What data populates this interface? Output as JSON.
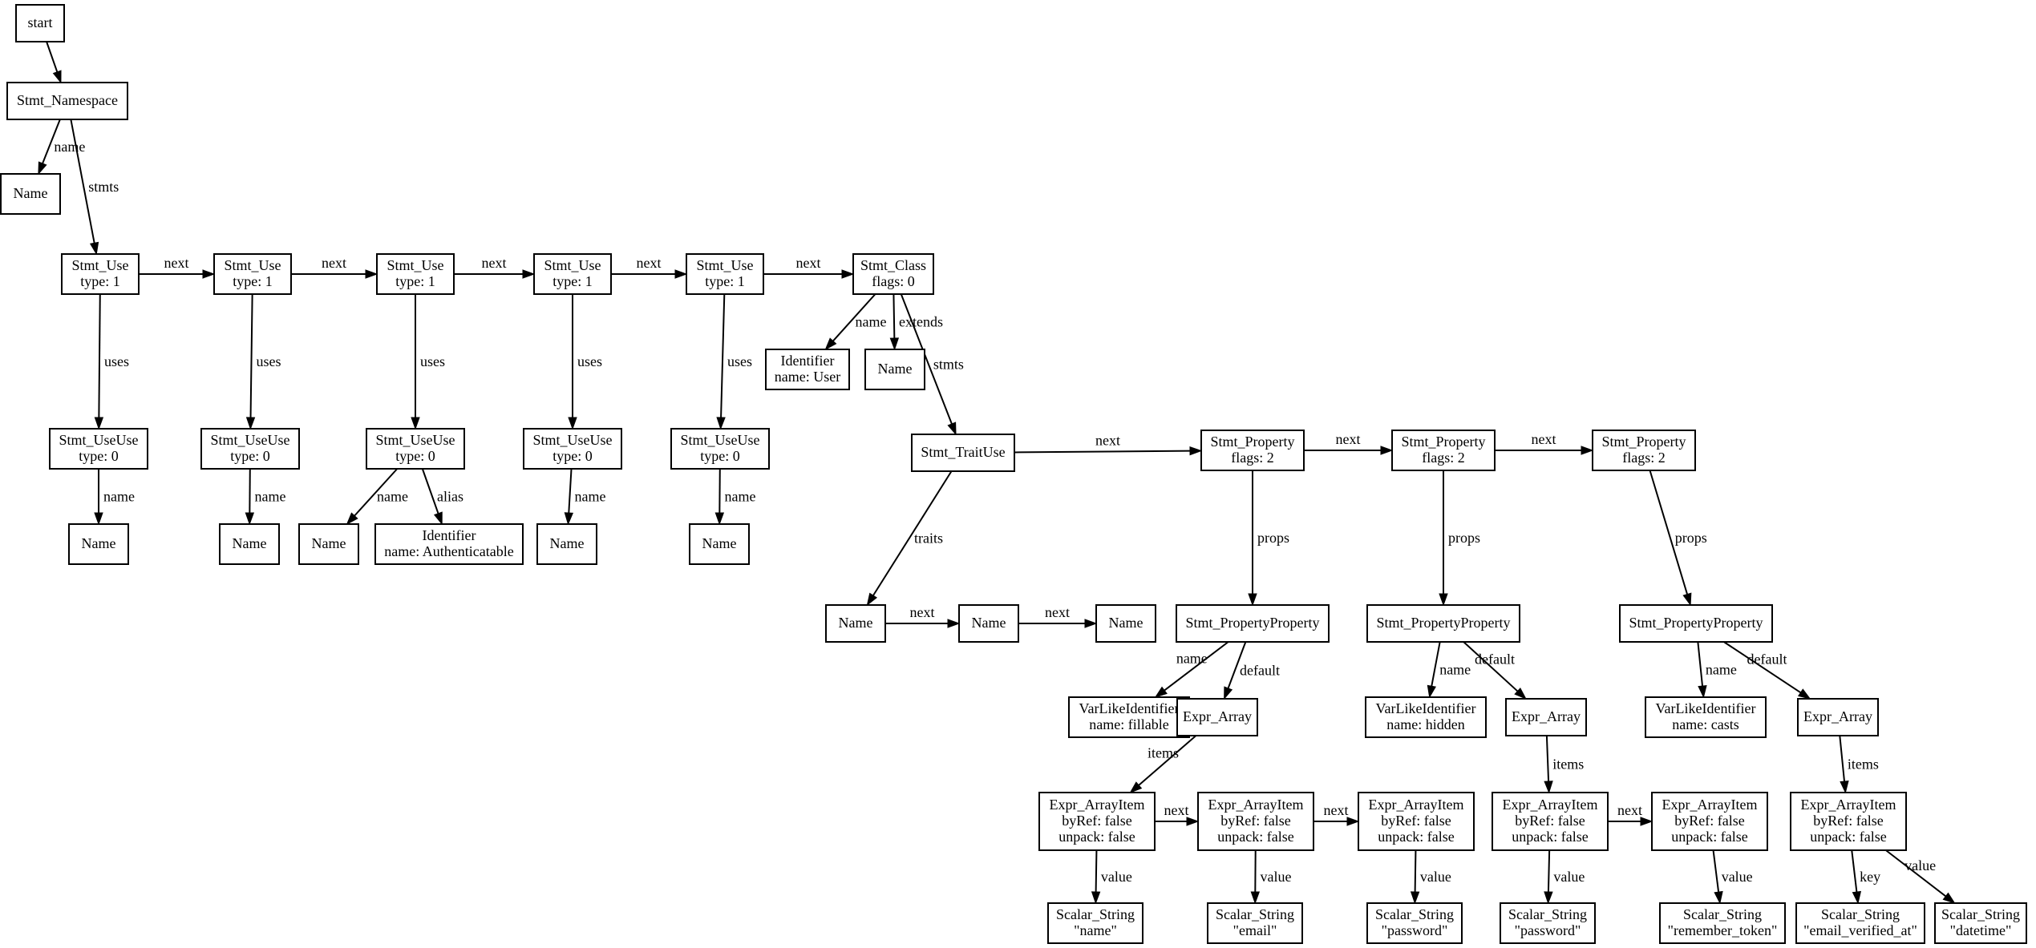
{
  "diagram": {
    "type": "graphviz-ast",
    "nodes": [
      {
        "id": "start",
        "lines": [
          "start"
        ]
      },
      {
        "id": "ns",
        "lines": [
          "Stmt_Namespace"
        ]
      },
      {
        "id": "ns_name",
        "lines": [
          "Name"
        ]
      },
      {
        "id": "use1",
        "lines": [
          "Stmt_Use",
          "type: 1"
        ]
      },
      {
        "id": "use2",
        "lines": [
          "Stmt_Use",
          "type: 1"
        ]
      },
      {
        "id": "use3",
        "lines": [
          "Stmt_Use",
          "type: 1"
        ]
      },
      {
        "id": "use4",
        "lines": [
          "Stmt_Use",
          "type: 1"
        ]
      },
      {
        "id": "use5",
        "lines": [
          "Stmt_Use",
          "type: 1"
        ]
      },
      {
        "id": "class",
        "lines": [
          "Stmt_Class",
          "flags: 0"
        ]
      },
      {
        "id": "uu1",
        "lines": [
          "Stmt_UseUse",
          "type: 0"
        ]
      },
      {
        "id": "uu2",
        "lines": [
          "Stmt_UseUse",
          "type: 0"
        ]
      },
      {
        "id": "uu3",
        "lines": [
          "Stmt_UseUse",
          "type: 0"
        ]
      },
      {
        "id": "uu4",
        "lines": [
          "Stmt_UseUse",
          "type: 0"
        ]
      },
      {
        "id": "uu5",
        "lines": [
          "Stmt_UseUse",
          "type: 0"
        ]
      },
      {
        "id": "uu1_name",
        "lines": [
          "Name"
        ]
      },
      {
        "id": "uu2_name",
        "lines": [
          "Name"
        ]
      },
      {
        "id": "uu3_name",
        "lines": [
          "Name"
        ]
      },
      {
        "id": "uu3_alias",
        "lines": [
          "Identifier",
          "name: Authenticatable"
        ]
      },
      {
        "id": "uu4_name",
        "lines": [
          "Name"
        ]
      },
      {
        "id": "uu5_name",
        "lines": [
          "Name"
        ]
      },
      {
        "id": "class_ident",
        "lines": [
          "Identifier",
          "name: User"
        ]
      },
      {
        "id": "class_extends",
        "lines": [
          "Name"
        ]
      },
      {
        "id": "traituse",
        "lines": [
          "Stmt_TraitUse"
        ]
      },
      {
        "id": "prop1",
        "lines": [
          "Stmt_Property",
          "flags: 2"
        ]
      },
      {
        "id": "prop2",
        "lines": [
          "Stmt_Property",
          "flags: 2"
        ]
      },
      {
        "id": "prop3",
        "lines": [
          "Stmt_Property",
          "flags: 2"
        ]
      },
      {
        "id": "trait1",
        "lines": [
          "Name"
        ]
      },
      {
        "id": "trait2",
        "lines": [
          "Name"
        ]
      },
      {
        "id": "trait3",
        "lines": [
          "Name"
        ]
      },
      {
        "id": "pp1",
        "lines": [
          "Stmt_PropertyProperty"
        ]
      },
      {
        "id": "pp2",
        "lines": [
          "Stmt_PropertyProperty"
        ]
      },
      {
        "id": "pp3",
        "lines": [
          "Stmt_PropertyProperty"
        ]
      },
      {
        "id": "vli1",
        "lines": [
          "VarLikeIdentifier",
          "name: fillable"
        ]
      },
      {
        "id": "arr1",
        "lines": [
          "Expr_Array"
        ]
      },
      {
        "id": "vli2",
        "lines": [
          "VarLikeIdentifier",
          "name: hidden"
        ]
      },
      {
        "id": "arr2",
        "lines": [
          "Expr_Array"
        ]
      },
      {
        "id": "vli3",
        "lines": [
          "VarLikeIdentifier",
          "name: casts"
        ]
      },
      {
        "id": "arr3",
        "lines": [
          "Expr_Array"
        ]
      },
      {
        "id": "ai1",
        "lines": [
          "Expr_ArrayItem",
          "byRef: false",
          "unpack: false"
        ]
      },
      {
        "id": "ai2",
        "lines": [
          "Expr_ArrayItem",
          "byRef: false",
          "unpack: false"
        ]
      },
      {
        "id": "ai3",
        "lines": [
          "Expr_ArrayItem",
          "byRef: false",
          "unpack: false"
        ]
      },
      {
        "id": "ai4",
        "lines": [
          "Expr_ArrayItem",
          "byRef: false",
          "unpack: false"
        ]
      },
      {
        "id": "ai5",
        "lines": [
          "Expr_ArrayItem",
          "byRef: false",
          "unpack: false"
        ]
      },
      {
        "id": "ai6",
        "lines": [
          "Expr_ArrayItem",
          "byRef: false",
          "unpack: false"
        ]
      },
      {
        "id": "s1",
        "lines": [
          "Scalar_String",
          "\"name\""
        ]
      },
      {
        "id": "s2",
        "lines": [
          "Scalar_String",
          "\"email\""
        ]
      },
      {
        "id": "s3",
        "lines": [
          "Scalar_String",
          "\"password\""
        ]
      },
      {
        "id": "s4",
        "lines": [
          "Scalar_String",
          "\"password\""
        ]
      },
      {
        "id": "s5",
        "lines": [
          "Scalar_String",
          "\"remember_token\""
        ]
      },
      {
        "id": "s6k",
        "lines": [
          "Scalar_String",
          "\"email_verified_at\""
        ]
      },
      {
        "id": "s6v",
        "lines": [
          "Scalar_String",
          "\"datetime\""
        ]
      }
    ],
    "edges": [
      {
        "from": "start",
        "to": "ns",
        "label": ""
      },
      {
        "from": "ns",
        "to": "ns_name",
        "label": "name"
      },
      {
        "from": "ns",
        "to": "use1",
        "label": "stmts"
      },
      {
        "from": "use1",
        "to": "use2",
        "label": "next"
      },
      {
        "from": "use2",
        "to": "use3",
        "label": "next"
      },
      {
        "from": "use3",
        "to": "use4",
        "label": "next"
      },
      {
        "from": "use4",
        "to": "use5",
        "label": "next"
      },
      {
        "from": "use5",
        "to": "class",
        "label": "next"
      },
      {
        "from": "use1",
        "to": "uu1",
        "label": "uses"
      },
      {
        "from": "use2",
        "to": "uu2",
        "label": "uses"
      },
      {
        "from": "use3",
        "to": "uu3",
        "label": "uses"
      },
      {
        "from": "use4",
        "to": "uu4",
        "label": "uses"
      },
      {
        "from": "use5",
        "to": "uu5",
        "label": "uses"
      },
      {
        "from": "uu1",
        "to": "uu1_name",
        "label": "name"
      },
      {
        "from": "uu2",
        "to": "uu2_name",
        "label": "name"
      },
      {
        "from": "uu3",
        "to": "uu3_name",
        "label": "name"
      },
      {
        "from": "uu3",
        "to": "uu3_alias",
        "label": "alias"
      },
      {
        "from": "uu4",
        "to": "uu4_name",
        "label": "name"
      },
      {
        "from": "uu5",
        "to": "uu5_name",
        "label": "name"
      },
      {
        "from": "class",
        "to": "class_ident",
        "label": "name"
      },
      {
        "from": "class",
        "to": "class_extends",
        "label": "extends"
      },
      {
        "from": "class",
        "to": "traituse",
        "label": "stmts"
      },
      {
        "from": "traituse",
        "to": "prop1",
        "label": "next"
      },
      {
        "from": "prop1",
        "to": "prop2",
        "label": "next"
      },
      {
        "from": "prop2",
        "to": "prop3",
        "label": "next"
      },
      {
        "from": "traituse",
        "to": "trait1",
        "label": "traits"
      },
      {
        "from": "trait1",
        "to": "trait2",
        "label": "next"
      },
      {
        "from": "trait2",
        "to": "trait3",
        "label": "next"
      },
      {
        "from": "prop1",
        "to": "pp1",
        "label": "props"
      },
      {
        "from": "prop2",
        "to": "pp2",
        "label": "props"
      },
      {
        "from": "prop3",
        "to": "pp3",
        "label": "props"
      },
      {
        "from": "pp1",
        "to": "vli1",
        "label": "name"
      },
      {
        "from": "pp1",
        "to": "arr1",
        "label": "default"
      },
      {
        "from": "pp2",
        "to": "vli2",
        "label": "name"
      },
      {
        "from": "pp2",
        "to": "arr2",
        "label": "default"
      },
      {
        "from": "pp3",
        "to": "vli3",
        "label": "name"
      },
      {
        "from": "pp3",
        "to": "arr3",
        "label": "default"
      },
      {
        "from": "arr1",
        "to": "ai1",
        "label": "items"
      },
      {
        "from": "ai1",
        "to": "ai2",
        "label": "next"
      },
      {
        "from": "ai2",
        "to": "ai3",
        "label": "next"
      },
      {
        "from": "arr2",
        "to": "ai4",
        "label": "items"
      },
      {
        "from": "ai4",
        "to": "ai5",
        "label": "next"
      },
      {
        "from": "arr3",
        "to": "ai6",
        "label": "items"
      },
      {
        "from": "ai1",
        "to": "s1",
        "label": "value"
      },
      {
        "from": "ai2",
        "to": "s2",
        "label": "value"
      },
      {
        "from": "ai3",
        "to": "s3",
        "label": "value"
      },
      {
        "from": "ai4",
        "to": "s4",
        "label": "value"
      },
      {
        "from": "ai5",
        "to": "s5",
        "label": "value"
      },
      {
        "from": "ai6",
        "to": "s6k",
        "label": "key"
      },
      {
        "from": "ai6",
        "to": "s6v",
        "label": "value"
      }
    ]
  }
}
